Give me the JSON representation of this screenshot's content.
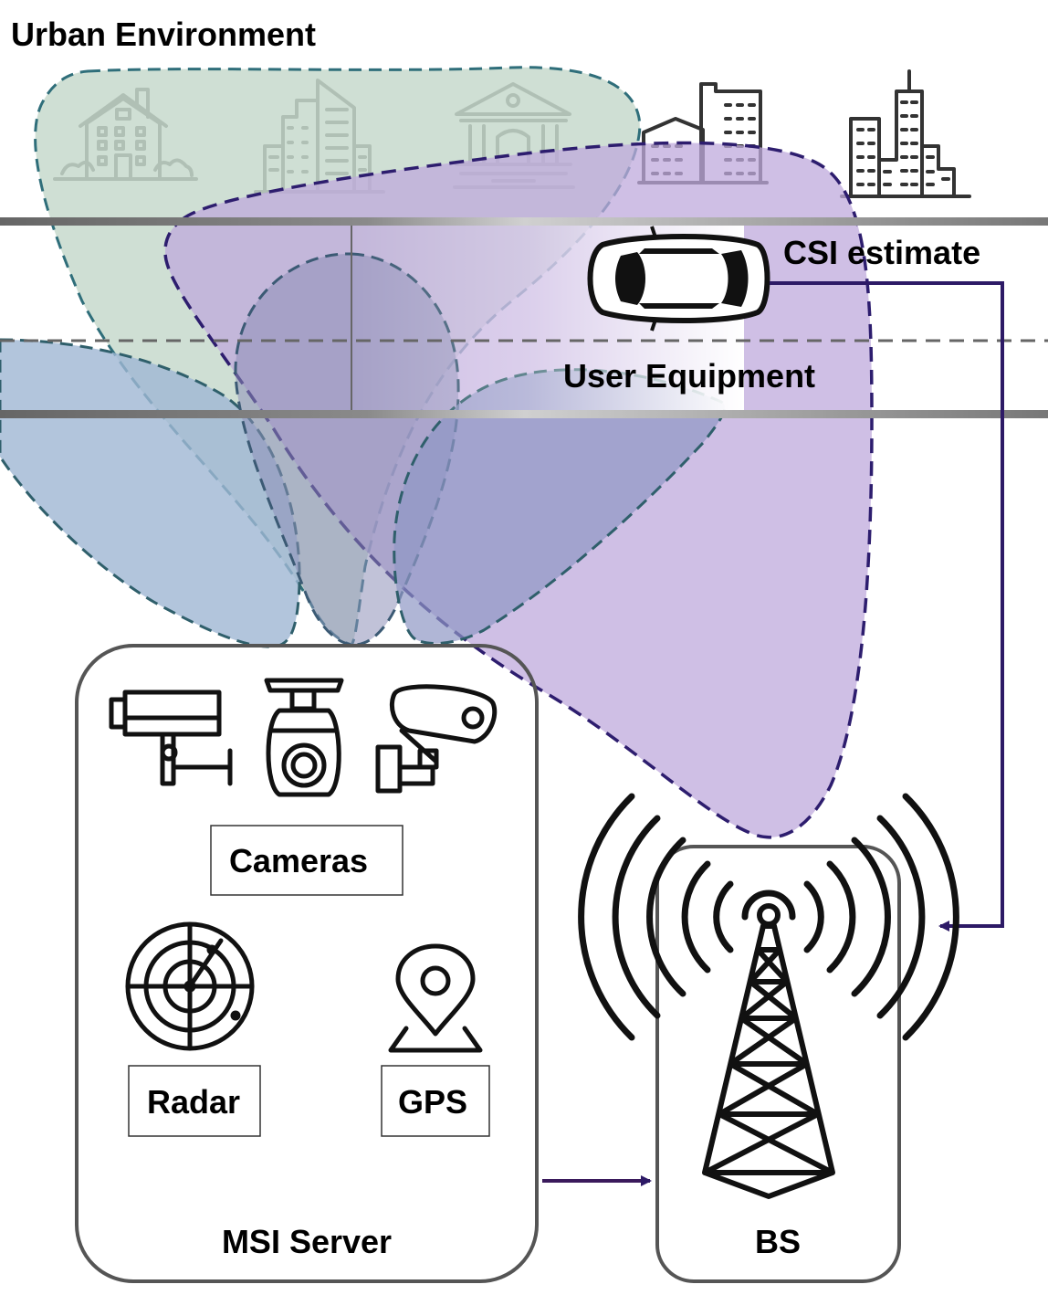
{
  "title": "Urban Environment",
  "labels": {
    "csi_estimate": "CSI estimate",
    "user_equipment": "User Equipment",
    "cameras": "Cameras",
    "radar": "Radar",
    "gps": "GPS",
    "msi_server": "MSI Server",
    "bs": "BS"
  },
  "icons": {
    "buildings": [
      "house-icon",
      "office-building-icon",
      "bank-icon",
      "factory-building-icon",
      "skyscraper-icon"
    ],
    "vehicle": "car-icon",
    "cameras": [
      "box-camera-icon",
      "dome-camera-icon",
      "bullet-camera-icon"
    ],
    "radar": "radar-icon",
    "gps": "map-pin-icon",
    "tower": "cell-tower-icon"
  },
  "colors": {
    "green_beam": "#c7d9cd",
    "blue_beam": "#9fb7d3",
    "purple_beam": "#bfa9dc",
    "mid_beam": "#8e8fb8",
    "beam_outline": "#2f5f6b",
    "purple_outline": "#2d1d6e",
    "arrow": "#2d1a66"
  }
}
